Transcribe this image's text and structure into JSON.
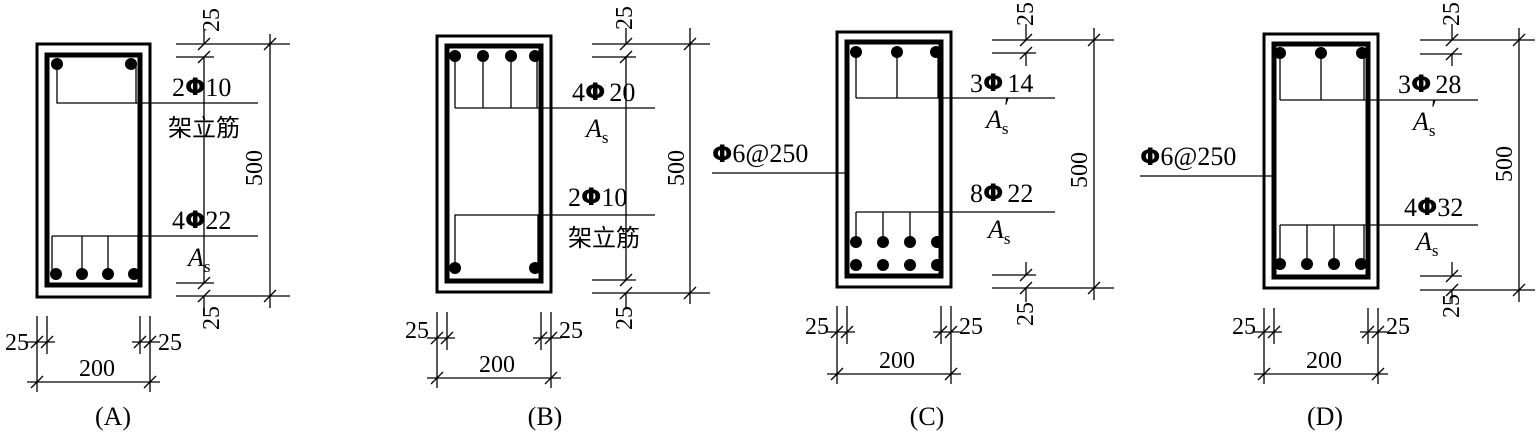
{
  "panels": [
    {
      "caption": "(A)",
      "dims": {
        "width": "200",
        "height": "500",
        "cover_left": "25",
        "cover_right": "25",
        "cover_top": "25",
        "cover_bottom": "25"
      },
      "top_bars": {
        "count": "2",
        "dia": "10",
        "note": "架立筋"
      },
      "bottom_bars": {
        "count": "4",
        "dia": "22",
        "area_base": "A",
        "area_sub": "s",
        "area_prime": ""
      }
    },
    {
      "caption": "(B)",
      "dims": {
        "width": "200",
        "height": "500",
        "cover_left": "25",
        "cover_right": "25",
        "cover_top": "25",
        "cover_bottom": "25"
      },
      "top_bars": {
        "count": "4",
        "dia": "20",
        "area_base": "A",
        "area_sub": "s",
        "area_prime": ""
      },
      "bottom_bars": {
        "count": "2",
        "dia": "10",
        "note": "架立筋"
      }
    },
    {
      "caption": "(C)",
      "dims": {
        "width": "200",
        "height": "500",
        "cover_left": "25",
        "cover_right": "25",
        "cover_top": "25",
        "cover_bottom": "25"
      },
      "stirrup": {
        "phi": "Φ",
        "text": "6@250"
      },
      "top_bars": {
        "count": "3",
        "dia": "14",
        "area_base": "A",
        "area_sub": "s",
        "area_prime": "′"
      },
      "bottom_bars": {
        "count": "8",
        "dia": "22",
        "area_base": "A",
        "area_sub": "s",
        "area_prime": ""
      }
    },
    {
      "caption": "(D)",
      "dims": {
        "width": "200",
        "height": "500",
        "cover_left": "25",
        "cover_right": "25",
        "cover_top": "25",
        "cover_bottom": "25"
      },
      "stirrup": {
        "phi": "Φ",
        "text": "6@250"
      },
      "top_bars": {
        "count": "3",
        "dia": "28",
        "area_base": "A",
        "area_sub": "s",
        "area_prime": "′"
      },
      "bottom_bars": {
        "count": "4",
        "dia": "32",
        "area_base": "A",
        "area_sub": "s",
        "area_prime": ""
      }
    }
  ],
  "symbols": {
    "rebar_grade": "Φ"
  }
}
